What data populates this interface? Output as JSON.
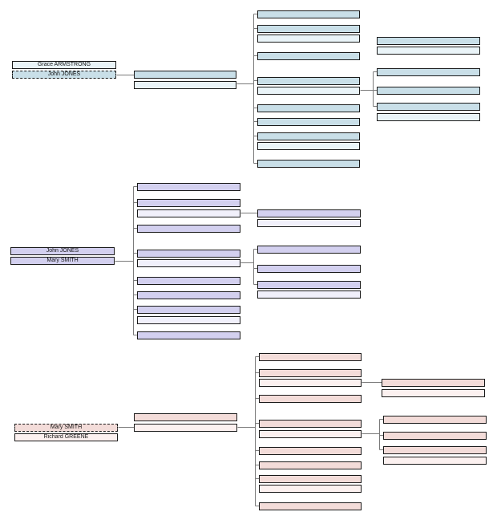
{
  "palette": {
    "blue": "#c9dfe8",
    "blue_light": "#eaf4f8",
    "purple": "#d3d0ef",
    "purple_light": "#f1f0fb",
    "pink": "#f3dcd9",
    "pink_light": "#fcf1f0"
  },
  "families": [
    {
      "id": "family-1",
      "parents": [
        {
          "name": "Grace ARMSTRONG",
          "dashed": false
        },
        {
          "name": "John JONES",
          "dashed": true
        }
      ]
    },
    {
      "id": "family-2",
      "parents": [
        {
          "name": "John JONES",
          "dashed": false
        },
        {
          "name": "Mary SMITH",
          "dashed": false
        }
      ]
    },
    {
      "id": "family-3",
      "parents": [
        {
          "name": "Mary SMITH",
          "dashed": true
        },
        {
          "name": "Richard GREENE",
          "dashed": false
        }
      ]
    }
  ]
}
